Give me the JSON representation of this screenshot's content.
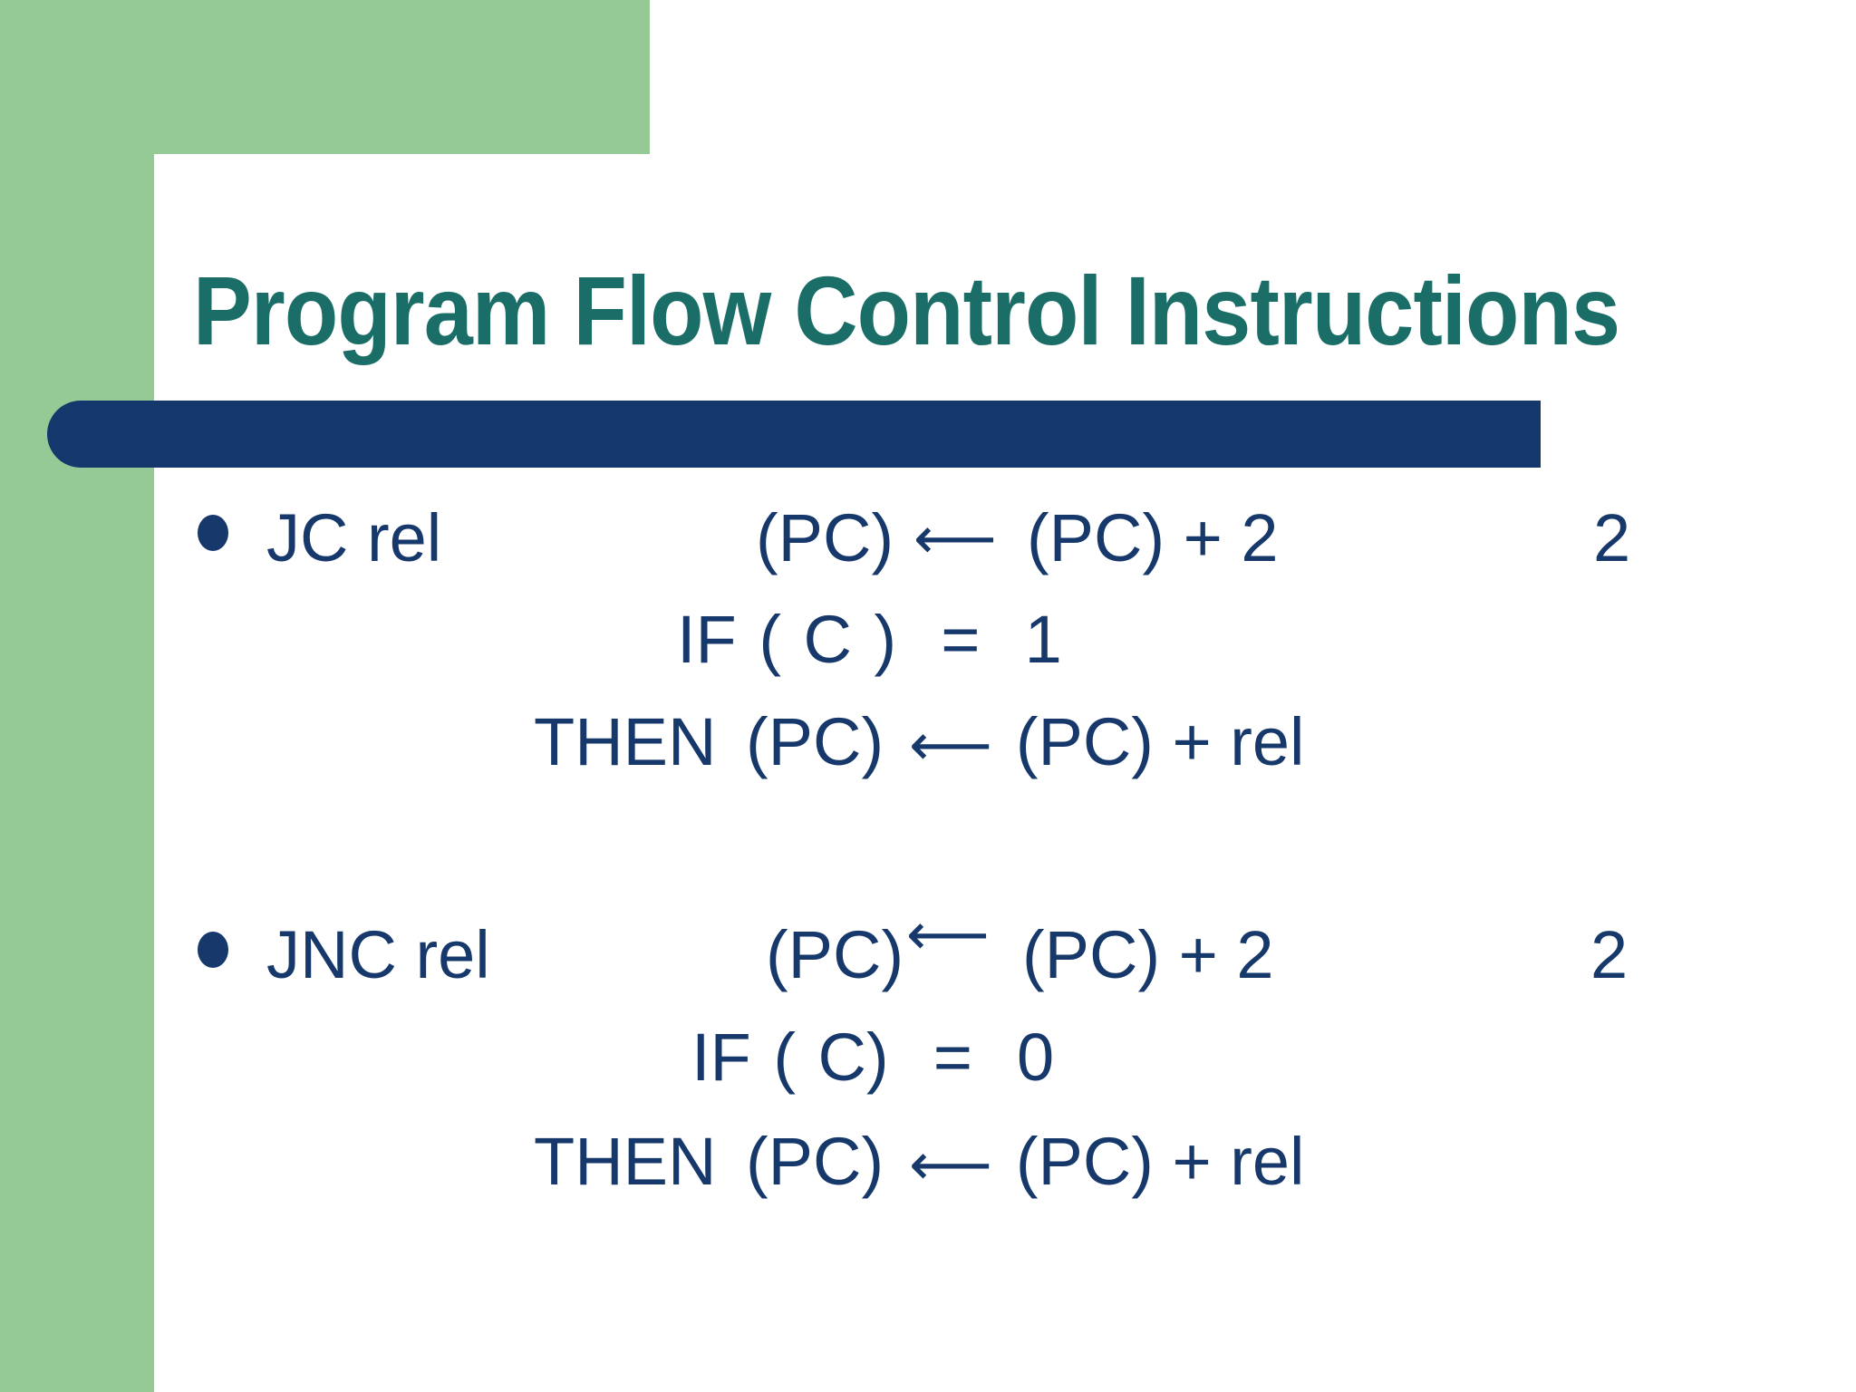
{
  "slide": {
    "title": "Program Flow Control Instructions",
    "colors": {
      "background_green": "#95C995",
      "title_teal": "#1B6E68",
      "text_navy": "#17386B",
      "bar_navy": "#14386B"
    },
    "instructions": [
      {
        "mnemonic": "JC rel",
        "operation_dest": "(PC)",
        "arrow": "⟵",
        "operation_src": "(PC) + 2",
        "bytes": "2",
        "condition": "IF ( C )  =  1",
        "then_prefix": "THEN (PC)",
        "then_arrow": "⟵",
        "then_suffix": "(PC) + rel"
      },
      {
        "mnemonic": "JNC rel",
        "operation_dest": "(PC)",
        "arrow": "⟵",
        "operation_src": "(PC) + 2",
        "bytes": "2",
        "condition": "IF ( C)  =  0",
        "then_prefix": "THEN (PC)",
        "then_arrow": "⟵",
        "then_suffix": "(PC) + rel"
      }
    ]
  }
}
